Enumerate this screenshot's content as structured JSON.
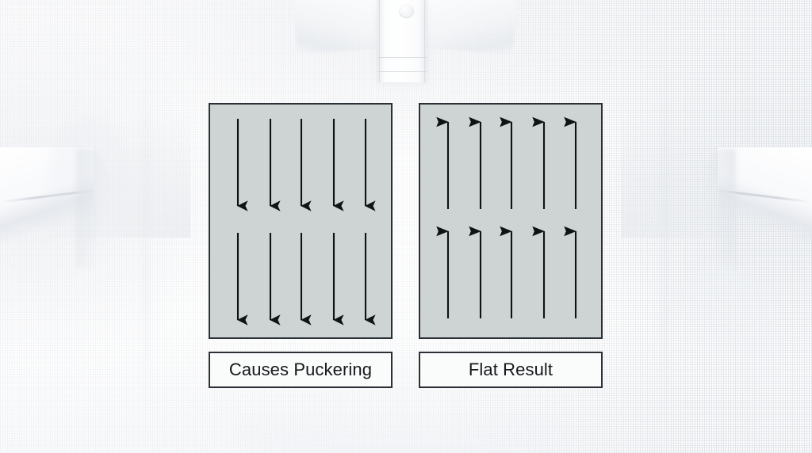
{
  "scene": {
    "background_subject": "white-polo-shirt",
    "background_color": "#ffffff",
    "fabric_texture": "pique-knit"
  },
  "diagram": {
    "type": "comparison-arrow-diagram",
    "panel_fill_color": "#ced3d4",
    "panel_border_color": "#2b3036",
    "arrow_color": "#101316",
    "label_fill_color": "#fafbfb",
    "panels": [
      {
        "id": "left",
        "name": "causes-puckering-panel",
        "arrow_direction": "down",
        "arrow_rows": 2,
        "arrows_per_row": 5,
        "arrow_count": 10,
        "label": "Causes Puckering"
      },
      {
        "id": "right",
        "name": "flat-result-panel",
        "arrow_direction": "up",
        "arrow_rows": 2,
        "arrows_per_row": 5,
        "arrow_count": 10,
        "label": "Flat Result"
      }
    ]
  },
  "shirt": {
    "placket_buttons": 1
  }
}
